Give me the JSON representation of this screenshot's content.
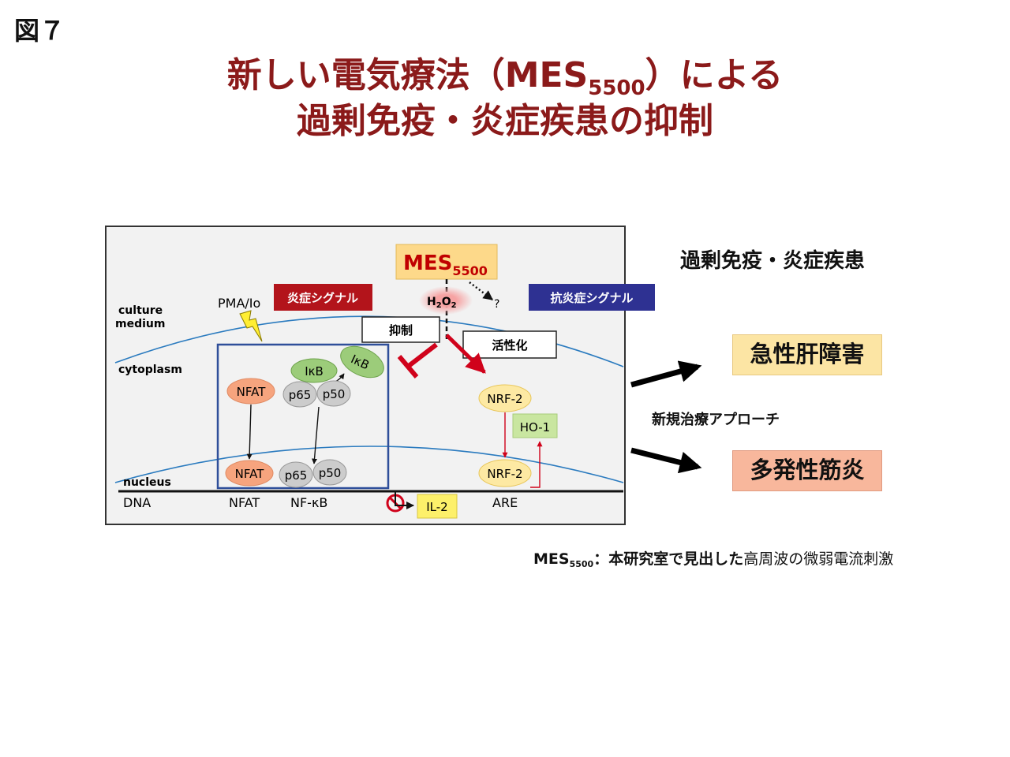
{
  "figure_label": "図７",
  "title": {
    "line1_before": "新しい電気療法（MES",
    "line1_sub": "5500",
    "line1_after": "）による",
    "line2": "過剰免疫・炎症疾患の抑制"
  },
  "diagram": {
    "mes_main": "MES",
    "mes_sub": "5500",
    "h2o2_h": "H",
    "h2o2_2a": "2",
    "h2o2_o": "O",
    "h2o2_2b": "2",
    "question": "?",
    "pma": "PMA/Io",
    "inflammatory_signal": "炎症シグナル",
    "anti_inflammatory_signal": "抗炎症シグナル",
    "inhibit": "抑制",
    "activate": "活性化",
    "culture_medium_1": "culture",
    "culture_medium_2": "medium",
    "cytoplasm": "cytoplasm",
    "nucleus": "nucleus",
    "nfat": "NFAT",
    "ikb": "IκB",
    "p65": "p65",
    "p50": "p50",
    "nrf2": "NRF-2",
    "ho1": "HO-1",
    "il2": "IL-2",
    "dna_labels": [
      "DNA",
      "NFAT",
      "NF-κB",
      "ARE"
    ]
  },
  "right_panel": {
    "heading": "過剰免疫・炎症疾患",
    "outcome_1": "急性肝障害",
    "approach": "新規治療アプローチ",
    "outcome_2": "多発性筋炎"
  },
  "footnote": {
    "mes": "MES",
    "sub": "5500",
    "bold_text": "：本研究室で見出した",
    "normal_text": "高周波の微弱電流刺激"
  }
}
